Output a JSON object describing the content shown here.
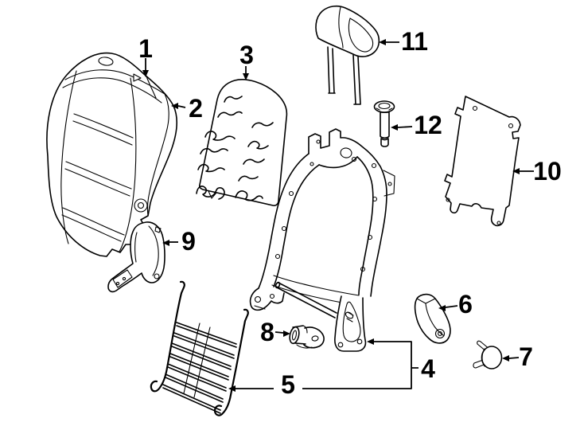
{
  "colors": {
    "background": "#ffffff",
    "line": "#000000",
    "text": "#000000"
  },
  "callouts": [
    {
      "label": "1"
    },
    {
      "label": "2"
    },
    {
      "label": "3"
    },
    {
      "label": "4"
    },
    {
      "label": "5"
    },
    {
      "label": "6"
    },
    {
      "label": "7"
    },
    {
      "label": "8"
    },
    {
      "label": "9"
    },
    {
      "label": "10"
    },
    {
      "label": "11"
    },
    {
      "label": "12"
    }
  ]
}
